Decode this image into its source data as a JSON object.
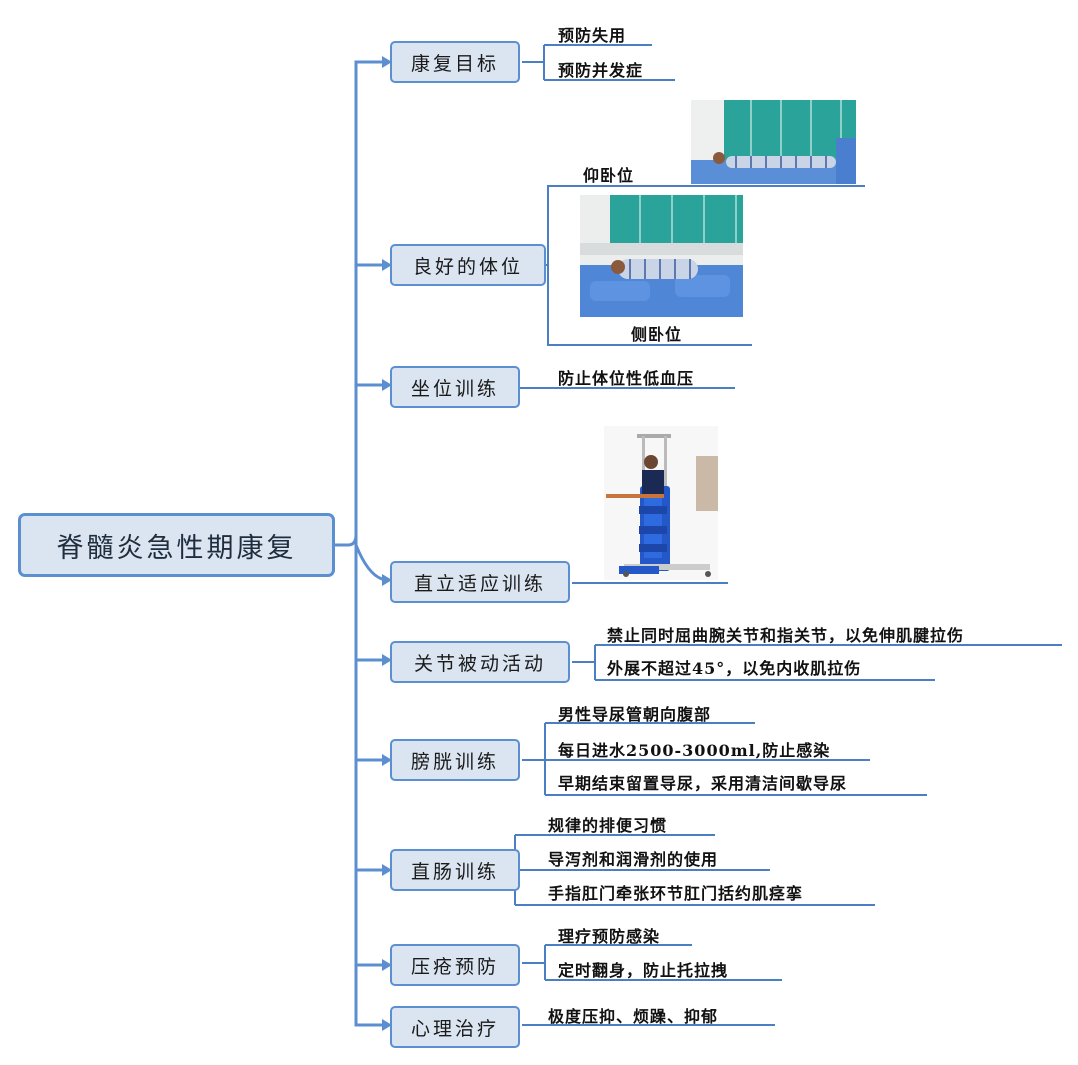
{
  "root": {
    "label": "脊髓炎急性期康复"
  },
  "branches": [
    {
      "label": "康复目标",
      "items": [
        "预防失用",
        "预防并发症"
      ]
    },
    {
      "label": "良好的体位",
      "items": [
        "仰卧位",
        "侧卧位"
      ]
    },
    {
      "label": "坐位训练",
      "items": [
        "防止体位性低血压"
      ]
    },
    {
      "label": "直立适应训练",
      "items": []
    },
    {
      "label": "关节被动活动",
      "items": [
        "禁止同时屈曲腕关节和指关节，以免伸肌腱拉伤",
        "外展不超过45°，以免内收肌拉伤"
      ]
    },
    {
      "label": "膀胱训练",
      "items": [
        "男性导尿管朝向腹部",
        "每日进水2500-3000ml,防止感染",
        "早期结束留置导尿，采用清洁间歇导尿"
      ]
    },
    {
      "label": "直肠训练",
      "items": [
        "规律的排便习惯",
        "导泻剂和润滑剂的使用",
        "手指肛门牵张环节肛门括约肌痉挛"
      ]
    },
    {
      "label": "压疮预防",
      "items": [
        "理疗预防感染",
        "定时翻身，防止托拉拽"
      ]
    },
    {
      "label": "心理治疗",
      "items": [
        "极度压抑、烦躁、抑郁"
      ]
    }
  ],
  "colors": {
    "line": "#5b8fd0",
    "node_fill": "#dbe5f1",
    "underline": "#4a7fc4"
  },
  "photos": [
    "supine-position-photo",
    "side-lying-position-photo",
    "standing-frame-photo"
  ]
}
